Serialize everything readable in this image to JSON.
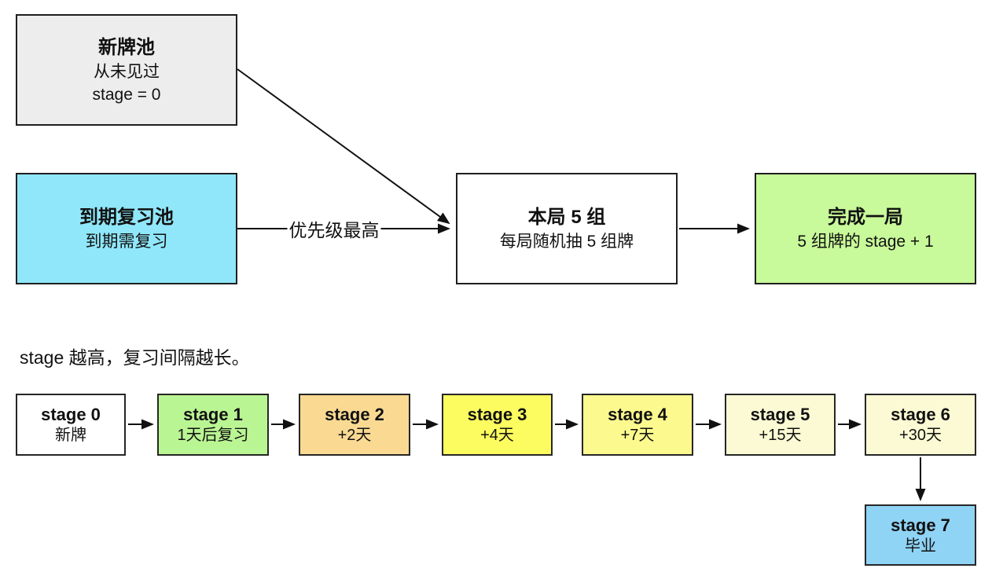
{
  "flow": {
    "new_pool": {
      "title": "新牌池",
      "line1": "从未见过",
      "line2": "stage = 0",
      "bg": "#EDEDED"
    },
    "due_pool": {
      "title": "到期复习池",
      "line1": "到期需复习",
      "bg": "#90E7FA"
    },
    "round": {
      "title": "本局 5 组",
      "line1": "每局随机抽 5 组牌",
      "bg": "#FFFFFF"
    },
    "finish": {
      "title": "完成一局",
      "line1": "5 组牌的 stage + 1",
      "bg": "#C8F99A"
    },
    "priority_label": "优先级最高"
  },
  "caption": "stage 越高，复习间隔越长。",
  "stages": [
    {
      "title": "stage 0",
      "subtitle": "新牌",
      "bg": "#FFFFFF"
    },
    {
      "title": "stage 1",
      "subtitle": "1天后复习",
      "bg": "#BAF593"
    },
    {
      "title": "stage 2",
      "subtitle": "+2天",
      "bg": "#FADA93"
    },
    {
      "title": "stage 3",
      "subtitle": "+4天",
      "bg": "#FCFC60"
    },
    {
      "title": "stage 4",
      "subtitle": "+7天",
      "bg": "#FCF98E"
    },
    {
      "title": "stage 5",
      "subtitle": "+15天",
      "bg": "#FBFAD4"
    },
    {
      "title": "stage 6",
      "subtitle": "+30天",
      "bg": "#FBFAD4"
    },
    {
      "title": "stage 7",
      "subtitle": "毕业",
      "bg": "#8FD3F5"
    }
  ],
  "colors": {
    "border": "#1F1F1F",
    "arrow": "#111111",
    "canvas": "#FFFFFF"
  }
}
